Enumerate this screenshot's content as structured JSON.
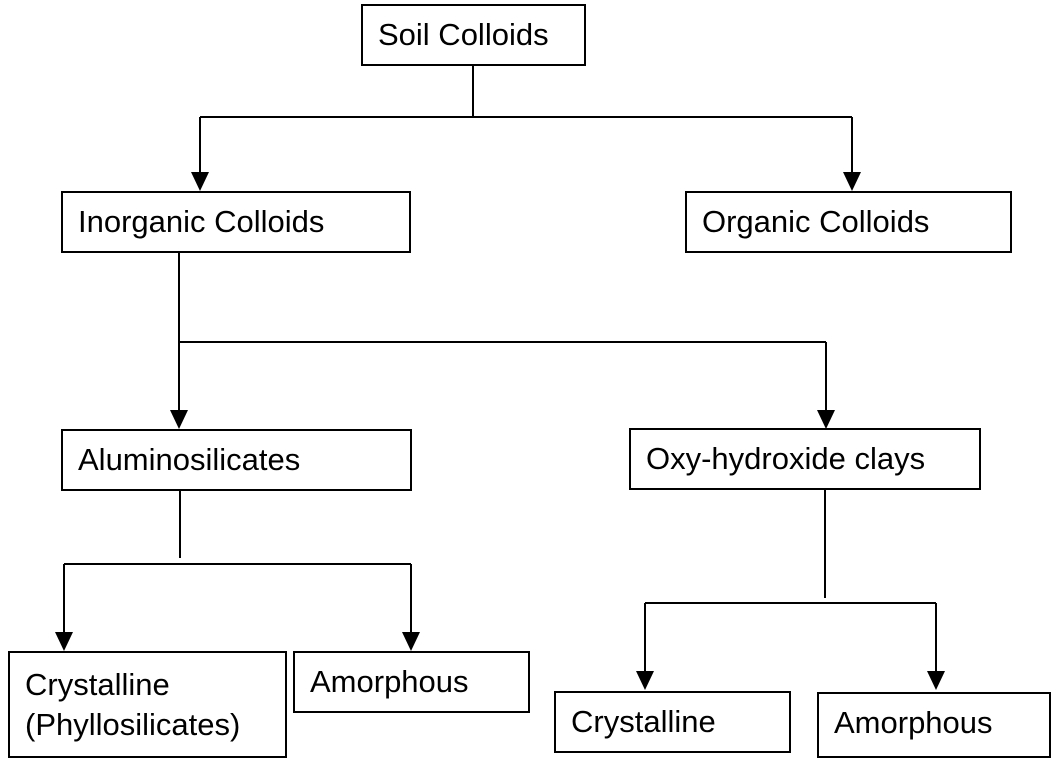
{
  "diagram": {
    "type": "tree",
    "root": "Soil Colloids",
    "nodes": {
      "soil_colloids": "Soil Colloids",
      "inorganic_colloids": "Inorganic Colloids",
      "organic_colloids": "Organic Colloids",
      "aluminosilicates": "Aluminosilicates",
      "oxy_hydroxide_clays": "Oxy-hydroxide clays",
      "alumino_crystalline": [
        "Crystalline",
        "(Phyllosilicates)"
      ],
      "alumino_amorphous": "Amorphous",
      "oxy_crystalline": "Crystalline",
      "oxy_amorphous": "Amorphous"
    },
    "edges": [
      [
        "soil_colloids",
        "inorganic_colloids"
      ],
      [
        "soil_colloids",
        "organic_colloids"
      ],
      [
        "inorganic_colloids",
        "aluminosilicates"
      ],
      [
        "inorganic_colloids",
        "oxy_hydroxide_clays"
      ],
      [
        "aluminosilicates",
        "alumino_crystalline"
      ],
      [
        "aluminosilicates",
        "alumino_amorphous"
      ],
      [
        "oxy_hydroxide_clays",
        "oxy_crystalline"
      ],
      [
        "oxy_hydroxide_clays",
        "oxy_amorphous"
      ]
    ],
    "colors": {
      "stroke": "#000000",
      "fill": "#ffffff",
      "text": "#000000"
    }
  }
}
